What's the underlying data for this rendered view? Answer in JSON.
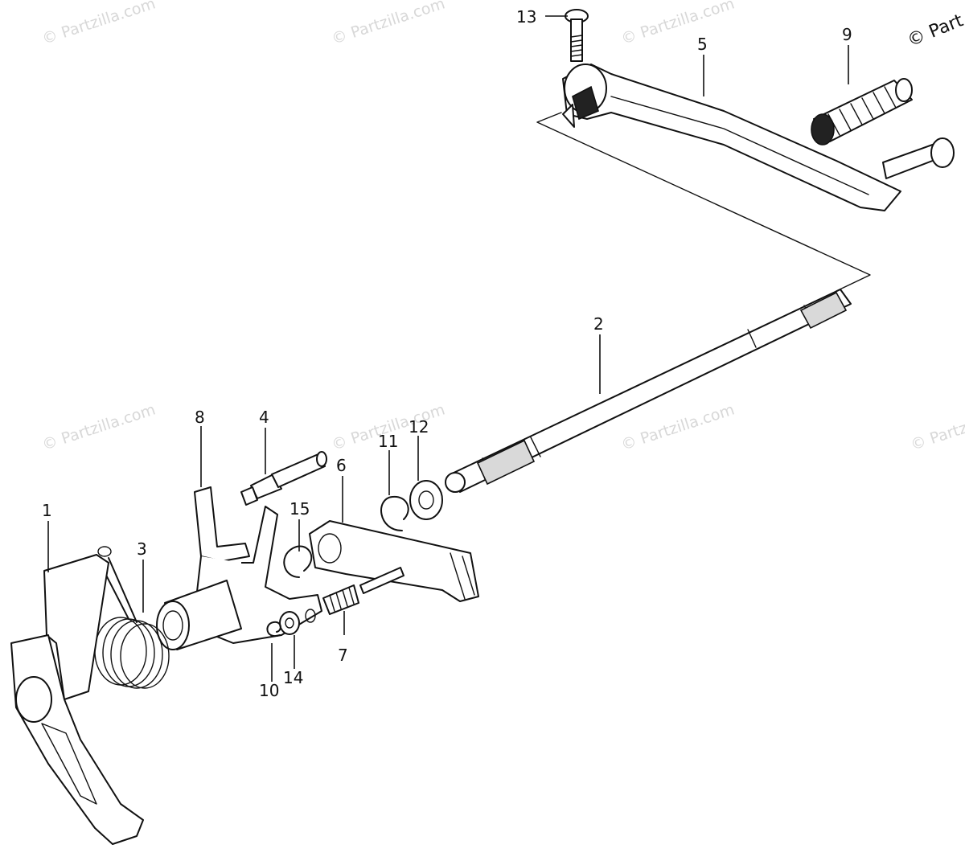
{
  "copyright": "© Part",
  "watermark": "© Partzilla.com",
  "callouts": [
    "1",
    "2",
    "3",
    "4",
    "5",
    "6",
    "7",
    "8",
    "9",
    "10",
    "11",
    "12",
    "13",
    "14",
    "15"
  ]
}
